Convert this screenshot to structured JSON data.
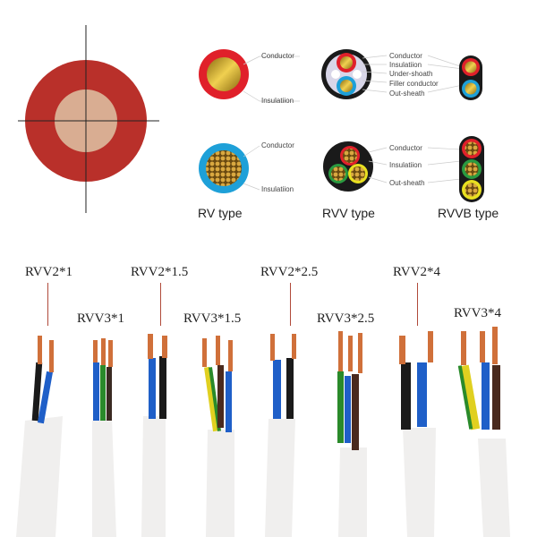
{
  "cross_section": {
    "outer_color": "#b9302a",
    "inner_color": "#d9ad92"
  },
  "diagrams": {
    "rv_red": {
      "labels": [
        "Conductor",
        "Insulatiion"
      ],
      "insulation_color": "#e0202a",
      "conductor_color": "#c9a030"
    },
    "rv_blue": {
      "labels": [
        "Conductor",
        "Insulatiion"
      ],
      "insulation_color": "#1ea0d8",
      "conductor_color": "#c9a030",
      "type": "RV type"
    },
    "rvv_2core": {
      "labels": [
        "Conductor",
        "Insulatiion",
        "Under-shoath",
        "Filler conductor",
        "Out-sheath"
      ]
    },
    "rvv_3core": {
      "labels": [
        "Conductor",
        "Insulatiion",
        "Out-sheath"
      ],
      "type": "RVV type"
    },
    "rvvb": {
      "type": "RVVB type"
    }
  },
  "models": [
    {
      "name": "RVV2*1"
    },
    {
      "name": "RVV3*1"
    },
    {
      "name": "RVV2*1.5"
    },
    {
      "name": "RVV3*1.5"
    },
    {
      "name": "RVV2*2.5"
    },
    {
      "name": "RVV3*2.5"
    },
    {
      "name": "RVV2*4"
    },
    {
      "name": "RVV3*4"
    }
  ],
  "colors": {
    "sheath": "#f4f4f2",
    "copper": "#d0703a",
    "blue": "#1f5fc8",
    "black": "#1a1a1a",
    "brown": "#4a2a1e",
    "green": "#2a8a2a",
    "yellow": "#e0d020",
    "label_line": "#b04a3a"
  }
}
